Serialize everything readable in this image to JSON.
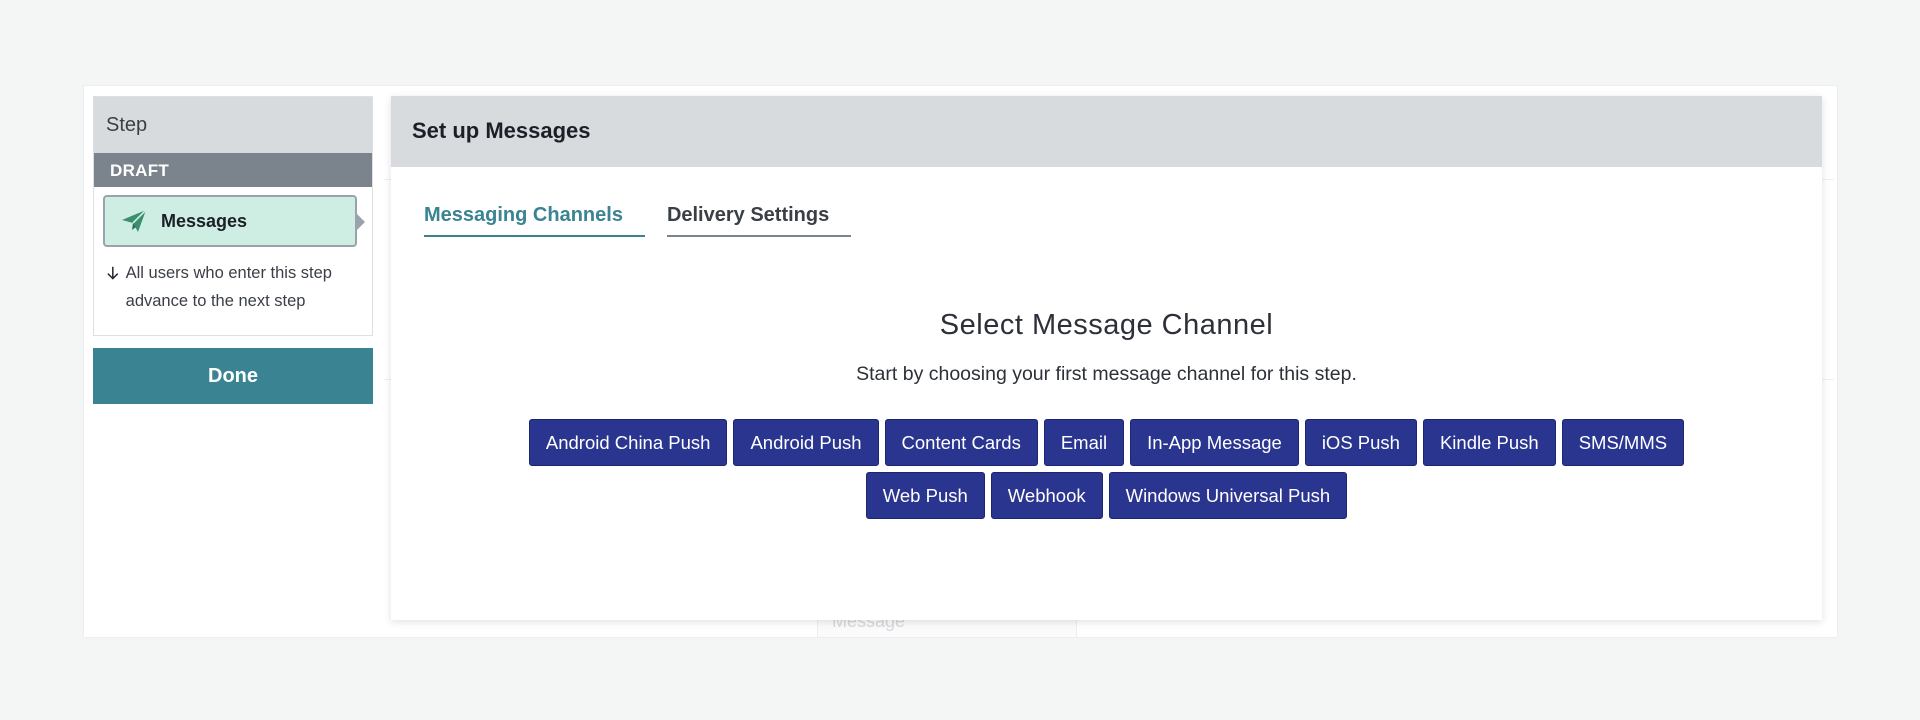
{
  "background": {
    "ghost_message_placeholder": "Message"
  },
  "step_panel": {
    "header": "Step",
    "status": "DRAFT",
    "chip": {
      "label": "Messages",
      "icon": "paper-plane-icon"
    },
    "advance_note": "All users who enter this step advance to the next step",
    "advance_icon": "arrow-down-icon"
  },
  "done_button": {
    "label": "Done"
  },
  "modal": {
    "title": "Set up Messages",
    "tabs": [
      {
        "label": "Messaging Channels",
        "active": true
      },
      {
        "label": "Delivery Settings",
        "active": false
      }
    ],
    "select_title": "Select Message Channel",
    "select_subtitle": "Start by choosing your first message channel for this step.",
    "channels_row1": [
      "Android China Push",
      "Android Push",
      "Content Cards",
      "Email",
      "In-App Message",
      "iOS Push",
      "Kindle Push",
      "SMS/MMS"
    ],
    "channels_row2": [
      "Web Push",
      "Webhook",
      "Windows Universal Push"
    ]
  },
  "colors": {
    "accent_teal": "#3a8392",
    "channel_button": "#2a3590",
    "chip_fill": "#cfeee3",
    "draft_bar": "#7b848c",
    "header_gray": "#d8dbde"
  }
}
